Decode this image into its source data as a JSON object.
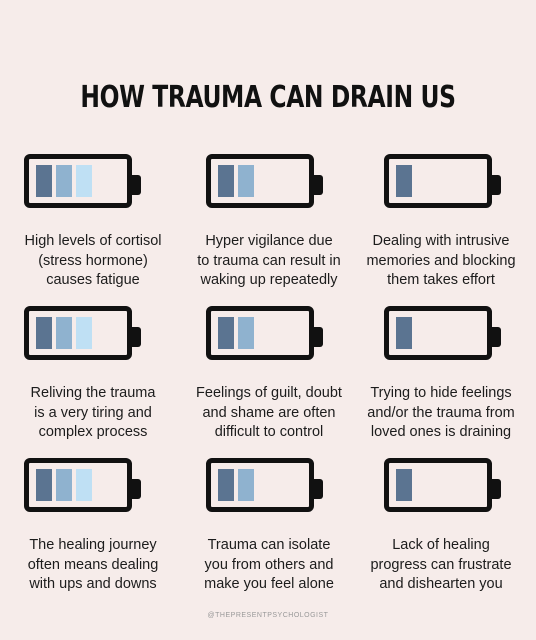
{
  "title": "HOW TRAUMA CAN DRAIN US",
  "items": [
    {
      "level": 3,
      "line1": "High levels of cortisol",
      "line2": "(stress hormone)",
      "line3": "causes fatigue"
    },
    {
      "level": 2,
      "line1": "Hyper vigilance due",
      "line2": "to trauma can result in",
      "line3": "waking up repeatedly"
    },
    {
      "level": 1,
      "line1": "Dealing with intrusive",
      "line2": "memories and blocking",
      "line3": "them takes effort"
    },
    {
      "level": 3,
      "line1": "Reliving the trauma",
      "line2": "is a very tiring and",
      "line3": "complex process"
    },
    {
      "level": 2,
      "line1": "Feelings of guilt, doubt",
      "line2": "and shame are often",
      "line3": "difficult to control"
    },
    {
      "level": 1,
      "line1": "Trying to hide feelings",
      "line2": "and/or the trauma from",
      "line3": "loved ones is draining"
    },
    {
      "level": 3,
      "line1": "The healing journey",
      "line2": "often means dealing",
      "line3": "with ups and downs"
    },
    {
      "level": 2,
      "line1": "Trauma can isolate",
      "line2": "you from others and",
      "line3": "make you feel alone"
    },
    {
      "level": 1,
      "line1": "Lack of healing",
      "line2": "progress can frustrate",
      "line3": "and dishearten you"
    }
  ],
  "footer": "@THEPRESENTPSYCHOLOGIST",
  "colors": {
    "bar1": "#5b7491",
    "bar2": "#8fb2cf",
    "bar3": "#bfe0f4"
  }
}
